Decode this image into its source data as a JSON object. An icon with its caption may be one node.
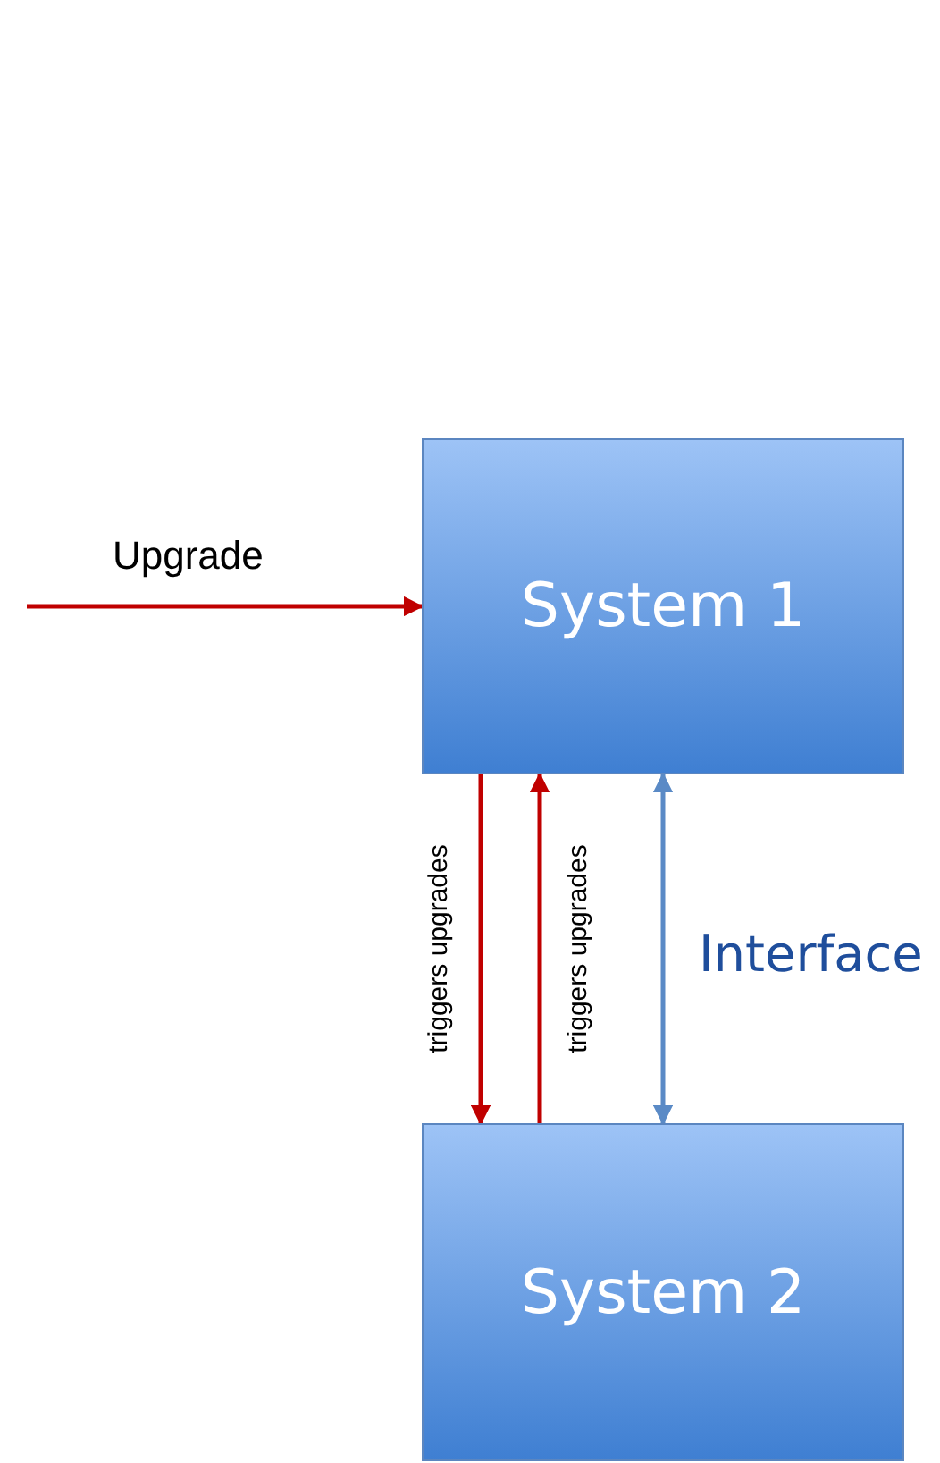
{
  "diagram": {
    "nodes": [
      {
        "text": [
          "System 1"
        ]
      },
      {
        "text": [
          "System 2"
        ]
      }
    ],
    "edges": [
      {
        "from": null,
        "to": 0,
        "arrow": "to",
        "label": "Upgrade"
      },
      {
        "from": 0,
        "to": 1,
        "arrow": "to",
        "label": "triggers upgrades"
      },
      {
        "from": 1,
        "to": 0,
        "arrow": "to",
        "label": "triggers upgrades"
      },
      {
        "from": 0,
        "to": 1,
        "arrow": "both",
        "label": "Interface",
        "color": "#5a8ac6"
      }
    ]
  }
}
